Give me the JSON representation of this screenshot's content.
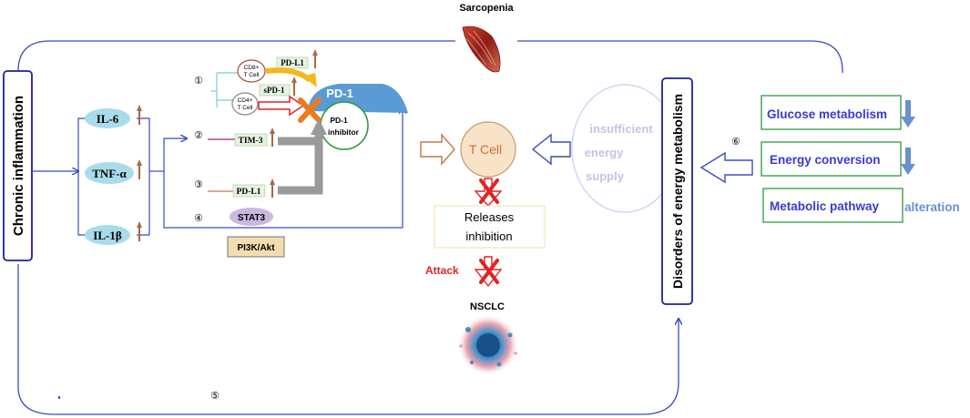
{
  "title": "Sarcopenia",
  "left_box": "Chronic inflammation",
  "right_box": "Disorders of energy metabolism",
  "cytokines": [
    "IL-6",
    "TNF-α",
    "IL-1β"
  ],
  "steps": {
    "s1": "①",
    "s2": "②",
    "s3": "③",
    "s4": "④",
    "s5": "⑤",
    "s6": "⑥"
  },
  "cells": {
    "cd8_line1": "CD8+",
    "cd8_line2": "T Cell",
    "cd4_line1": "CD4+",
    "cd4_line2": "T Cell"
  },
  "labels": {
    "pdl1_top": "PD-L1",
    "spd1": "sPD-1",
    "pd1": "PD-1",
    "pd1_inhibitor_line1": "PD-1",
    "pd1_inhibitor_line2": "inhibitor",
    "tim3": "TIM-3",
    "pdl1_bottom": "PD-L1",
    "stat3": "STAT3",
    "pi3k": "PI3K/Akt"
  },
  "center": {
    "tcell": "T Cell",
    "releases_line1": "Releases",
    "releases_line2": "inhibition",
    "attack": "Attack",
    "nsclc": "NSCLC"
  },
  "insufficient": [
    "insufficient",
    "energy",
    "supply"
  ],
  "metabolism": {
    "glucose": "Glucose metabolism",
    "energy": "Energy conversion",
    "pathway": "Metabolic pathway",
    "alteration": "alteration"
  },
  "colors": {
    "box_blue": "#1f1f9e",
    "line_blue": "#3b4bbf",
    "cytokine_fill": "#a8dcea",
    "arrow_up_brown": "#a36b45",
    "down_arrow_blue": "#6b8fcf",
    "red_x": "#e02424",
    "orange_x": "#f07a1a",
    "pd1_blue": "#5a9bd5",
    "tcell_fill": "#f9e3c8",
    "green_box": "#2e9a3e",
    "metab_text": "#3a3ad0",
    "insufficient_text": "#c6c3e6",
    "pi3k_fill": "#f3ddb0",
    "stat3_fill": "#c9b9e0"
  }
}
